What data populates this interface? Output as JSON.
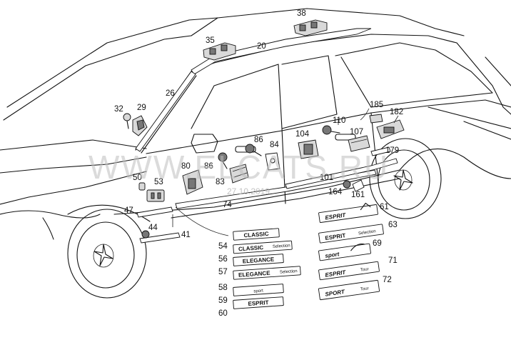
{
  "callouts": {
    "c20": "20",
    "c26": "26",
    "c29": "29",
    "c32": "32",
    "c35": "35",
    "c38": "38",
    "c41": "41",
    "c44": "44",
    "c47": "47",
    "c50": "50",
    "c53": "53",
    "c54": "54",
    "c56": "56",
    "c57": "57",
    "c58": "58",
    "c59": "59",
    "c60": "60",
    "c61": "61",
    "c63": "63",
    "c69": "69",
    "c71": "71",
    "c72": "72",
    "c74": "74",
    "c80": "80",
    "c83": "83",
    "c84": "84",
    "c86a": "86",
    "c86b": "86",
    "c101": "101",
    "c104": "104",
    "c107": "107",
    "c110": "110",
    "c161": "161",
    "c164": "164",
    "c179": "179",
    "c182": "182",
    "c185": "185"
  },
  "badges": {
    "classic": "CLASSIC",
    "classic_selection": "CLASSIC",
    "selection_word": "Selection",
    "elegance": "ELEGANCE",
    "elegance_selection": "ELEGANCE",
    "sport": "sport",
    "esprit": "ESPRIT",
    "esprit_logo": "ESPRIT",
    "esprit_selection": "ESPRIT",
    "sport_logo": "sport",
    "esprit_tour": "ESPRIT",
    "sport_tour": "SPORT",
    "tour_word": "Tour"
  },
  "watermark": {
    "text": "WWW.ELCATS.RU",
    "date": "27.10.2019"
  }
}
